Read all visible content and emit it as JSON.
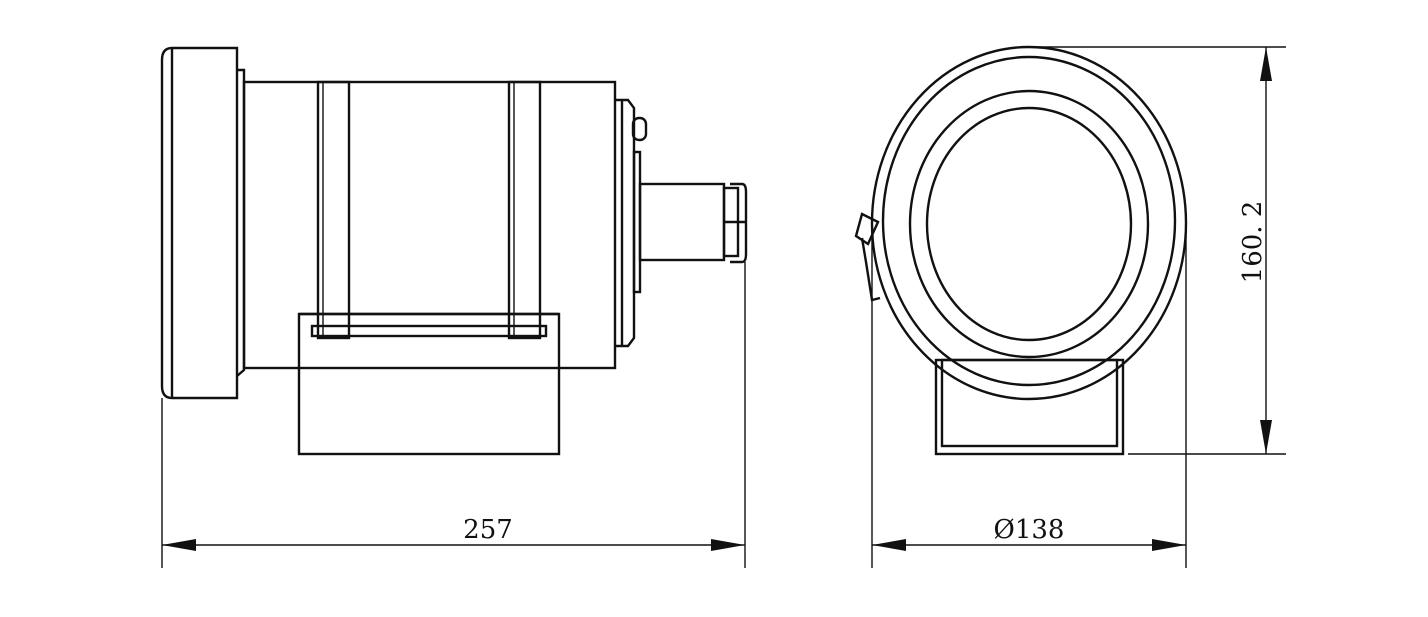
{
  "dimensions": {
    "length_label": "257",
    "diameter_label": "Ø138",
    "height_label": "160. 2"
  }
}
